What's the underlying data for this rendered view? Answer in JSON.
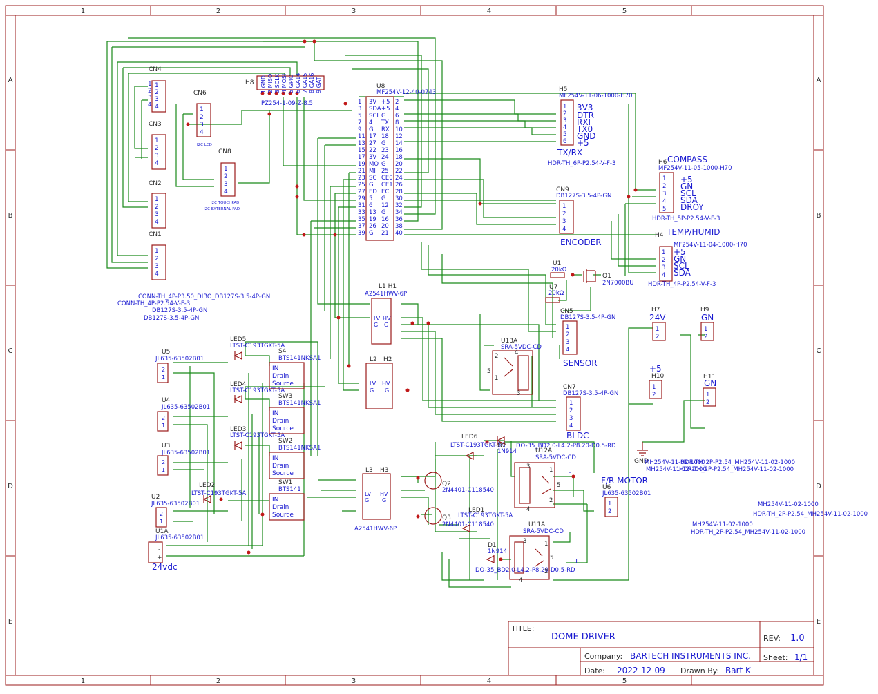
{
  "title_block": {
    "title_label": "TITLE:",
    "title": "DOME DRIVER",
    "rev_label": "REV:",
    "rev": "1.0",
    "company_label": "Company:",
    "company": "BARTECH INSTRUMENTS INC.",
    "sheet_label": "Sheet:",
    "sheet": "1/1",
    "date_label": "Date:",
    "date": "2022-12-09",
    "drawn_label": "Drawn By:",
    "drawn_by": "Bart K"
  },
  "ruler": {
    "columns": [
      "1",
      "2",
      "3",
      "4",
      "5"
    ],
    "rows": [
      "A",
      "B",
      "C",
      "D",
      "E"
    ]
  },
  "colors": {
    "frame": "#9b1b1b",
    "wire": "#1a8a1a",
    "label": "#1a1ad0"
  },
  "connectors": {
    "cn4": "CN4",
    "cn3": "CN3",
    "cn2": "CN2",
    "cn1": "CN1",
    "cn6": "CN6",
    "cn8": "CN8",
    "cn6_note": "I2C LCD",
    "cn8_note1": "I2C TOUCHPAD",
    "cn8_note2": "I2C EXTERNAL PAD",
    "pins4": [
      "1",
      "2",
      "3",
      "4"
    ],
    "conn_note1": "CONN-TH_4P-P3.50_DIBO_DB127S-3.5-4P-GN",
    "conn_note2": "CONN-TH_4P-P2.54-V-F-3",
    "conn_note3": "DB127S-3.5-4P-GN",
    "conn_note4": "DB127S-3.5-4P-GN"
  },
  "h8": {
    "ref": "H8",
    "part": "PZ254-1-09-Z-8.5",
    "pins": [
      "1 GND",
      "2 MISO",
      "3 SCLK",
      "4 MOSI",
      "5 GPIO",
      "6 GA14",
      "7 GA15",
      "8 GA16",
      "9 GAT"
    ]
  },
  "u8": {
    "ref": "U8",
    "part": "MF254V-12-40-0743",
    "left_pins": [
      "1",
      "3",
      "5",
      "7",
      "9",
      "11",
      "13",
      "15",
      "17",
      "19",
      "21",
      "23",
      "25",
      "27",
      "29",
      "31",
      "33",
      "35",
      "37",
      "39"
    ],
    "left_names": [
      "3V",
      "SDA",
      "SCL",
      "4",
      "G",
      "17",
      "27",
      "22",
      "3V",
      "MO",
      "MI",
      "SC",
      "G",
      "ED",
      "5",
      "6",
      "13",
      "19",
      "26",
      "G"
    ],
    "right_names": [
      "+5",
      "+5",
      "G",
      "TX",
      "RX",
      "18",
      "G",
      "23",
      "24",
      "G",
      "25",
      "CE0",
      "CE1",
      "EC",
      "G",
      "12",
      "G",
      "16",
      "20",
      "21"
    ],
    "right_pins": [
      "2",
      "4",
      "6",
      "8",
      "10",
      "12",
      "14",
      "16",
      "18",
      "20",
      "22",
      "24",
      "26",
      "28",
      "30",
      "32",
      "34",
      "36",
      "38",
      "40"
    ]
  },
  "h5": {
    "ref": "H5",
    "part": "MF254V-11-06-1000-H70",
    "pins": [
      "1",
      "2",
      "3",
      "4",
      "5",
      "6"
    ],
    "labels": [
      "3V3",
      "DTR",
      "RXI",
      "TX0",
      "GND",
      "+5"
    ],
    "title": "TX/RX",
    "footprint": "HDR-TH_6P-P2.54-V-F-3"
  },
  "h6": {
    "title": "COMPASS",
    "ref": "H6",
    "part": "MF254V-11-05-1000-H70",
    "pins": [
      "1",
      "2",
      "3",
      "4",
      "5"
    ],
    "labels": [
      "+5",
      "GN",
      "SCL",
      "SDA",
      "DROY"
    ],
    "footprint": "HDR-TH_5P-P2.54-V-F-3"
  },
  "h4": {
    "title": "TEMP/HUMID",
    "ref": "H4",
    "part": "MF254V-11-04-1000-H70",
    "pins": [
      "1",
      "2",
      "3",
      "4"
    ],
    "labels": [
      "+5",
      "GN",
      "SCL",
      "SDA"
    ],
    "footprint": "HDR-TH_4P-P2.54-V-F-3"
  },
  "cn9": {
    "ref": "CN9",
    "part": "DB127S-3.5-4P-GN",
    "title": "ENCODER"
  },
  "q1": {
    "r1": "U1",
    "r1_val": "20kΩ",
    "r2": "U7",
    "r2_val": "20kΩ",
    "ref": "Q1",
    "part": "2N7000BU"
  },
  "cn5": {
    "ref": "CN5",
    "part": "DB127S-3.5-4P-GN",
    "title": "SENSOR"
  },
  "cn7": {
    "ref": "CN7",
    "part": "DB127S-3.5-4P-GN",
    "title": "BLDC"
  },
  "u13a": {
    "ref": "U13A",
    "part": "SRA-5VDC-CD",
    "pins": [
      "2",
      "4",
      "5",
      "1",
      "3"
    ]
  },
  "level_shifter1": {
    "ref": "L1 H1",
    "part": "A2541HWV-6P",
    "left": [
      "LV",
      "G"
    ],
    "right": [
      "HV",
      "G"
    ]
  },
  "level_shifter2": {
    "ref_l": "L2",
    "ref_h": "H2",
    "left": [
      "LV",
      "G"
    ],
    "right": [
      "HV",
      "G"
    ]
  },
  "level_shifter3": {
    "ref_l": "L3",
    "ref_h": "H3",
    "part": "A2541HWV-6P",
    "left": [
      "LV",
      "G"
    ],
    "right": [
      "HV",
      "G"
    ]
  },
  "pins6": [
    "1",
    "2",
    "3",
    "4",
    "5",
    "6"
  ],
  "pins6_lv": [
    "1",
    "2",
    "3",
    "4",
    "5",
    "6"
  ],
  "leds": {
    "led5": "LED5",
    "led4": "LED4",
    "led3": "LED3",
    "led2": "LED2",
    "led6": "LED6",
    "led1": "LED1",
    "part": "LTST-C193TGKT-5A"
  },
  "switches": {
    "sw4": "S4",
    "sw4_part": "BTS141NKSA1",
    "sw3": "SW3",
    "sw3_part": "BTS141NKSA1",
    "sw2": "SW2",
    "sw2_part": "BTS141NKSA1",
    "sw1": "SW1",
    "sw1_part": "BTS141",
    "in": "IN",
    "drain": "Drain",
    "source": "Source"
  },
  "jacks": {
    "u5": "U5",
    "u4": "U4",
    "u3": "U3",
    "u2": "U2",
    "u1a": "U1A",
    "part": "JL635-63502B01",
    "power_label": "24vdc",
    "pins2": [
      "2",
      "1"
    ]
  },
  "transistors": {
    "q2": "Q2",
    "q3": "Q3",
    "part": "2N4401-C118540"
  },
  "diodes": {
    "d_top": "1N914",
    "d_top_ref": "D2",
    "d_top_pkg": "DO-35_BD2.0-L4.2-P8.20-D0.5-RD",
    "d1": "D1",
    "d1_part": "1N914",
    "d1_pkg": "DO-35_BD2.0-L4.2-P8.20-D0.5-RD"
  },
  "u12a": {
    "ref": "U12A",
    "part": "SRA-5VDC-CD",
    "minus": "-",
    "pins": [
      "3",
      "1",
      "5",
      "2",
      "4"
    ]
  },
  "u11a": {
    "ref": "U11A",
    "part": "SRA-5VDC-CD",
    "plus": "+",
    "pins": [
      "3",
      "1",
      "5",
      "2",
      "4"
    ]
  },
  "u6": {
    "title": "F/R MOTOR",
    "ref": "U6",
    "part": "JL635-63502B01",
    "pins": [
      "1",
      "2"
    ]
  },
  "headers": {
    "h7_title": "24V",
    "h7_ref": "H7",
    "h9_title": "GN",
    "h9_ref": "H9",
    "h10_title": "+5",
    "h10_ref": "H10",
    "h11_title": "GN",
    "h11_ref": "H11",
    "gnd": "GND",
    "pins2": [
      "1",
      "2"
    ],
    "note_a": "MH254V-11-02-1000",
    "note_b": "HDR-TH_2P-P2.54_MH254V-11-02-1000",
    "note_c": "MH254V-11-02-1000",
    "note_d": "HDR-TH_2P-P2.54_MH254V-11-02-1000",
    "note_e": "MH254V-11-02-1000",
    "note_f": "HDR-TH_2P-P2.54_MH254V-11-02-1000"
  }
}
